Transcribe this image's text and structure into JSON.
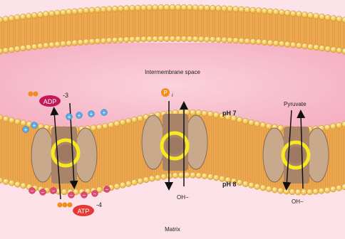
{
  "labels": {
    "intermembrane": "Intermembrane space",
    "matrix": "Matrix",
    "ph_top": "pH 7",
    "ph_bottom": "pH 8",
    "adp": "ADP",
    "adp_charge": "-3",
    "atp": "ATP",
    "atp_charge": "-4",
    "pi": "P",
    "pi_sub": "i",
    "oh1": "OH−",
    "oh2": "OH−",
    "pyruvate": "Pyruvate",
    "plus_sign": "+",
    "minus_sign": "−"
  },
  "colors": {
    "outer_space": "#f6b6c6",
    "matrix": "#fbe0e6",
    "lipid_head": "#f2c24a",
    "lipid_tail": "#e8a24a",
    "protein": "#c9a98c",
    "protein_dark": "#8a6a55",
    "cycle": "#ffe800",
    "adp_oval": "#c2185b",
    "atp_oval": "#e53935",
    "phosphate": "#f28c1c",
    "cation": "#5aa9e6",
    "anion": "#e04a76"
  },
  "transporters": [
    {
      "name": "adp-atp-translocase"
    },
    {
      "name": "phosphate-translocase"
    },
    {
      "name": "pyruvate-translocase"
    }
  ]
}
